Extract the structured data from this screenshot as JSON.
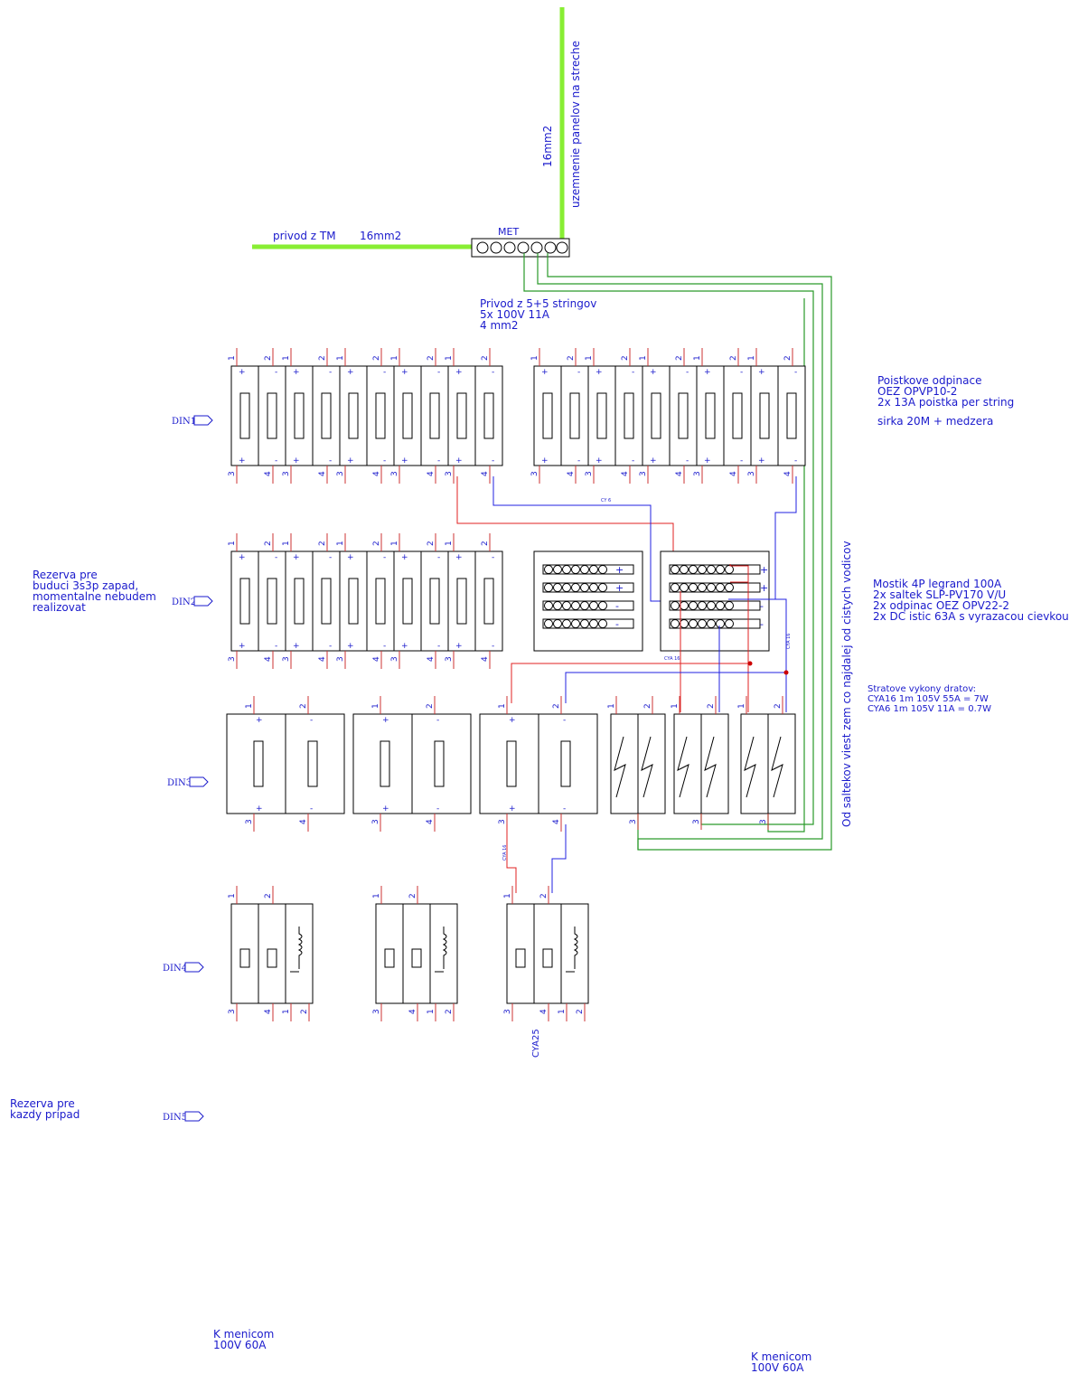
{
  "met": {
    "label": "MET"
  },
  "ground_feed": {
    "label": "privod z TM",
    "size": "16mm2"
  },
  "roof_ground": {
    "label": "uzemnenie panelov na streche",
    "size": "16mm2"
  },
  "strings_feed": {
    "line1": "Privod z 5+5 stringov",
    "line2": "5x 100V 11A",
    "line3": "4 mm2"
  },
  "fuse_note": {
    "line1": "Poistkove odpinace",
    "line2": "OEZ OPVP10-2",
    "line3": "2x 13A poistka per string",
    "line4": "sirka 20M + medzera"
  },
  "reserve_west": {
    "line1": "Rezerva pre",
    "line2": "buduci 3s3p zapad,",
    "line3": "momentalne nebudem",
    "line4": "realizovat"
  },
  "bridge_note": {
    "line1": "Mostik 4P legrand 100A",
    "line2": "2x saltek SLP-PV170 V/U",
    "line3": "2x odpinac OEZ OPV22-2",
    "line4": "2x DC istic 63A s vyrazacou cievkou"
  },
  "loss_note": {
    "line1": "Stratove vykony dratov:",
    "line2": "CYA16 1m 105V 55A = 7W",
    "line3": "CYA6 1m 105V 11A = 0.7W"
  },
  "surge_ground_note": {
    "label": "Od saltekov viest zem co najdalej od cistych vodicov"
  },
  "reserve_any": {
    "line1": "Rezerva pre",
    "line2": "kazdy pripad"
  },
  "to_inverter_1": {
    "line1": "K menicom",
    "line2": "100V 60A"
  },
  "to_inverter_2": {
    "line1": "K menicom",
    "line2": "100V 60A"
  },
  "din_rails": [
    "DIN1",
    "DIN2",
    "DIN3",
    "DIN4",
    "DIN5"
  ],
  "wire_labels": {
    "cy6": "CY 6",
    "cya16_a": "CYA 16",
    "cya16_b": "CYA 16",
    "cya16_c": "CYA 16",
    "cya25": "CYA25"
  },
  "bar_signs": [
    "+",
    "+",
    "-",
    "-"
  ],
  "pin_numbers": {
    "top_a": "1",
    "top_b": "2",
    "bot_a": "3",
    "bot_b": "4"
  },
  "polarity": {
    "plus": "+",
    "minus": "-"
  }
}
